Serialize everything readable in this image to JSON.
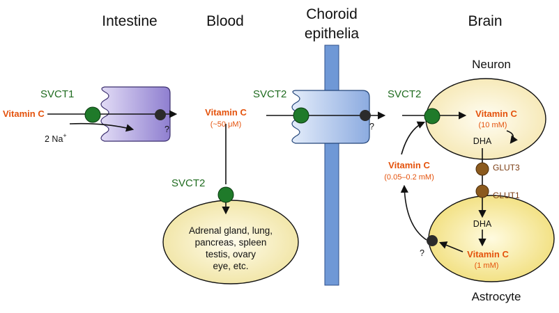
{
  "headers": {
    "intestine": "Intestine",
    "blood": "Blood",
    "choroid_line1": "Choroid",
    "choroid_line2": "epithelia",
    "brain": "Brain"
  },
  "cells": {
    "neuron": "Neuron",
    "astrocyte": "Astrocyte"
  },
  "transporters": {
    "svct1": "SVCT1",
    "svct2_blood": "SVCT2",
    "svct2_choroid": "SVCT2",
    "svct2_brain": "SVCT2",
    "glut3": "GLUT3",
    "glut1": "GLUT1"
  },
  "labels": {
    "vitc_intestine": "Vitamin C",
    "sodium": "2 Na",
    "sodium_charge": "+",
    "unknown_intestine": "?",
    "vitc_blood": "Vitamin C",
    "blood_conc": "(~50 μM)",
    "unknown_choroid": "?",
    "vitc_neuron": "Vitamin C",
    "neuron_conc": "(10 mM)",
    "dha_neuron": "DHA",
    "vitc_csf": "Vitamin C",
    "csf_conc": "(0.05–0.2 mM)",
    "dha_astro": "DHA",
    "vitc_astro": "Vitamin C",
    "astro_conc": "(1 mM)",
    "unknown_astro": "?"
  },
  "organs": {
    "line1": "Adrenal gland, lung,",
    "line2": "pancreas, spleen",
    "line3": "testis, ovary",
    "line4": "eye, etc."
  },
  "colors": {
    "vitamin_c": "#e4520c",
    "svct": "#1f7a2a",
    "glut": "#8b5a1e",
    "unknown_transporter": "#2b2b2b",
    "intestine_cell": "#a99ad9",
    "choroid_cell": "#a9c1ea",
    "choroid_bar": "#6f98d6",
    "neuron_cell": "#fbf0c9",
    "astrocyte_cell": "#f3e58f",
    "organ_cell": "#f4ecb1"
  }
}
